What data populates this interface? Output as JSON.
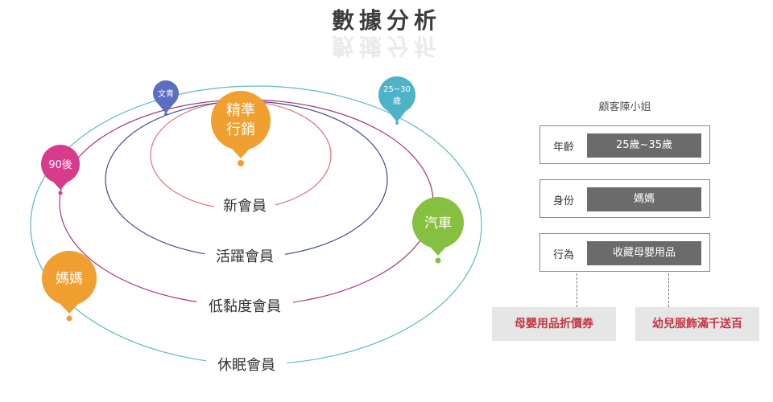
{
  "header": {
    "title": "數據分析"
  },
  "diagram": {
    "rings": [
      {
        "label": "新會員",
        "color": "#e0737a"
      },
      {
        "label": "活躍會員",
        "color": "#3a4a8c"
      },
      {
        "label": "低黏度會員",
        "color": "#a8387a"
      },
      {
        "label": "休眠會員",
        "color": "#5fb8c0"
      }
    ],
    "pins": [
      {
        "id": "wenqing",
        "label": "文青",
        "color": "#5b6fc0"
      },
      {
        "id": "age",
        "label": "25~30",
        "label2": "歲",
        "color": "#4fb3c8"
      },
      {
        "id": "precision",
        "label": "精準",
        "label2": "行銷",
        "color": "#f0a030"
      },
      {
        "id": "post90",
        "label": "90後",
        "color": "#d83a8c"
      },
      {
        "id": "car",
        "label": "汽車",
        "color": "#86c040"
      },
      {
        "id": "mom",
        "label": "媽媽",
        "color": "#f0a030"
      }
    ]
  },
  "customer_card": {
    "title": "顧客陳小姐",
    "attributes": [
      {
        "label": "年齡",
        "value": "25歲~35歲"
      },
      {
        "label": "身份",
        "value": "媽媽"
      },
      {
        "label": "行為",
        "value": "收藏母嬰用品"
      }
    ]
  },
  "coupons": [
    {
      "label": "母嬰用品折價券"
    },
    {
      "label": "幼兒服飾滿千送百"
    }
  ]
}
